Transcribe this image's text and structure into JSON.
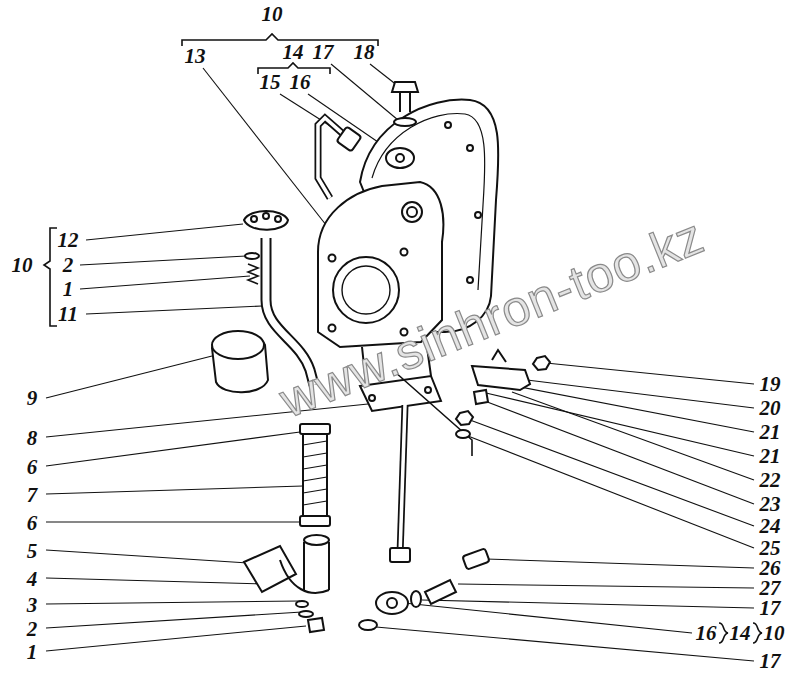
{
  "diagram": {
    "labels": [
      "10",
      "13",
      "14",
      "17",
      "18",
      "15",
      "16",
      "12",
      "2",
      "10",
      "1",
      "11",
      "9",
      "8",
      "6",
      "7",
      "6",
      "5",
      "4",
      "3",
      "2",
      "1",
      "19",
      "20",
      "21",
      "21",
      "22",
      "23",
      "24",
      "25",
      "26",
      "27",
      "17",
      "16",
      "14",
      "10",
      "17",
      "www.sinhron-too.kz"
    ]
  }
}
